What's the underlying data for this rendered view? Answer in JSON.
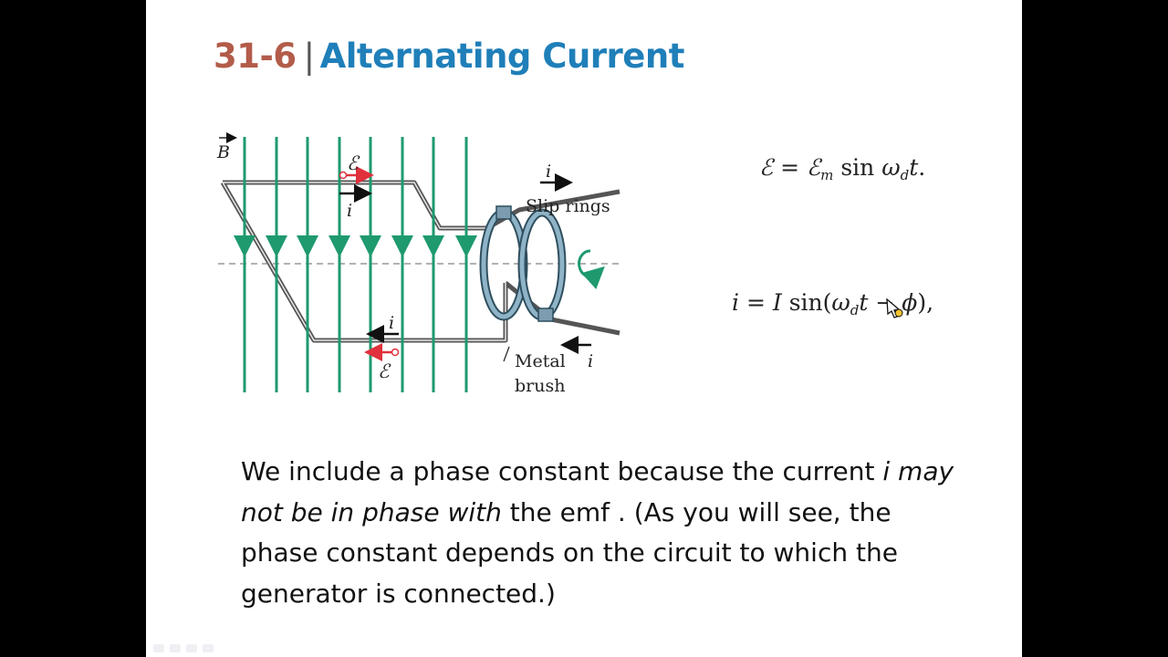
{
  "slide": {
    "title_number": "31-6",
    "title_separator": "|",
    "title_text": "Alternating Current"
  },
  "figure": {
    "b_label": "B",
    "emf_symbol": "ℰ",
    "current_symbol": "i",
    "slip_rings_label": "Slip rings",
    "metal_label": "Metal",
    "brush_label": "brush",
    "field_line_color": "#1e9a6e",
    "emf_arrow_color": "#e0313d",
    "ring_color": "#8fb3c7"
  },
  "equations": {
    "eq1": {
      "lhs": "ℰ",
      "rhs_symbol": "ℰ",
      "rhs_sub": "m",
      "func": "sin",
      "omega": "ω",
      "omega_sub": "d",
      "var": "t",
      "end": "."
    },
    "eq2": {
      "lhs": "i",
      "amp": "I",
      "func": "sin(",
      "omega": "ω",
      "omega_sub": "d",
      "var": "t",
      "op": "−",
      "phi": "ϕ",
      "end": "),"
    }
  },
  "body": {
    "part1": "We include a phase constant  because the current ",
    "part2_italic": "i may not be in phase with",
    "part3": " the emf . (As you will see, the phase constant depends on the circuit to which the generator is connected.)"
  },
  "icons": [
    "pen-cursor-icon",
    "prev-slide-icon",
    "pen-tool-icon",
    "slide-menu-icon",
    "next-slide-icon"
  ]
}
